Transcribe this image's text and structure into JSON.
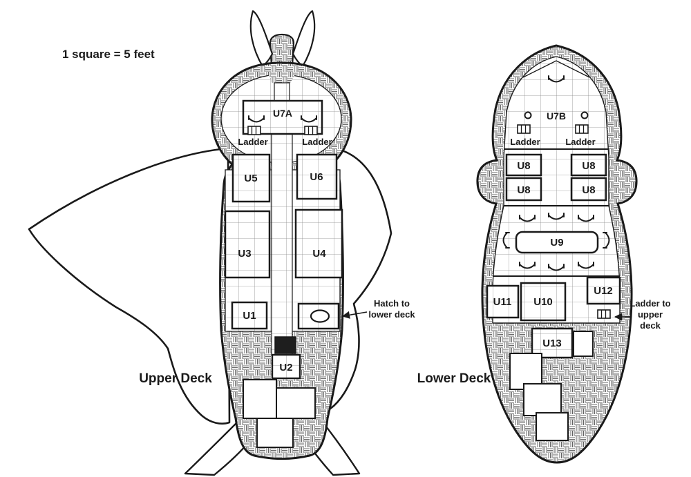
{
  "colors": {
    "ink": "#1a1a1a",
    "paper": "#ffffff"
  },
  "scale_note": "1 square = 5 feet",
  "upper_deck": {
    "title": "Upper Deck",
    "room_u7a": "U7A",
    "room_u5": "U5",
    "room_u6": "U6",
    "room_u3": "U3",
    "room_u4": "U4",
    "room_u1": "U1",
    "room_u2": "U2",
    "ladder_left": "Ladder",
    "ladder_right": "Ladder",
    "hatch_note": [
      "Hatch to",
      "lower deck"
    ]
  },
  "lower_deck": {
    "title": "Lower Deck",
    "room_u7b": "U7B",
    "u8_labels": [
      "U8",
      "U8",
      "U8",
      "U8"
    ],
    "room_u9": "U9",
    "room_u10": "U10",
    "room_u11": "U11",
    "room_u12": "U12",
    "room_u13": "U13",
    "ladder_left": "Ladder",
    "ladder_right": "Ladder",
    "ladder_note": [
      "Ladder to",
      "upper",
      "deck"
    ]
  }
}
